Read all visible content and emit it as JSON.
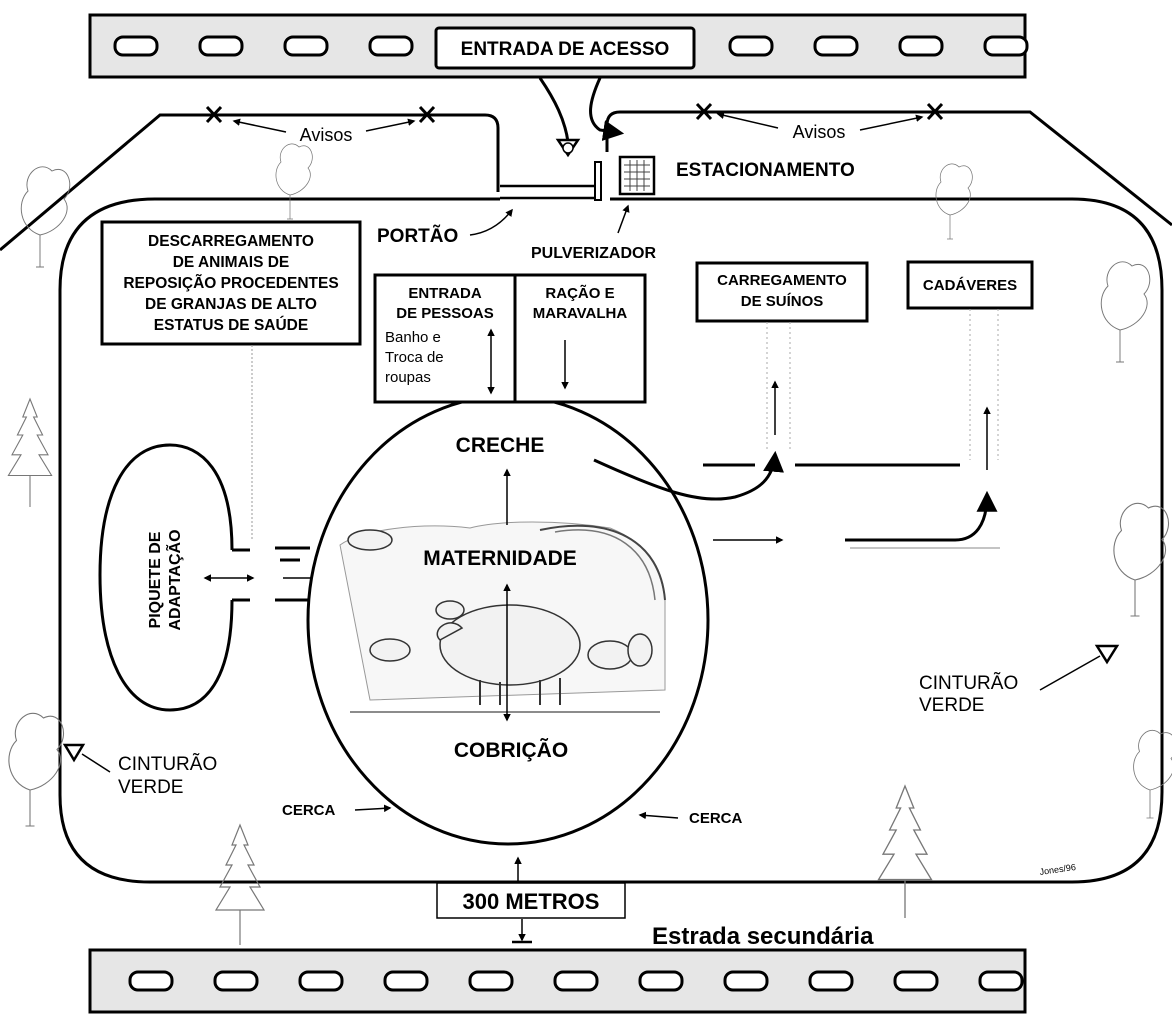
{
  "labels": {
    "entrada_acesso": "ENTRADA DE ACESSO",
    "avisos_left": "Avisos",
    "avisos_right": "Avisos",
    "estacionamento": "ESTACIONAMENTO",
    "portao": "PORTÃO",
    "pulverizador": "PULVERIZADOR",
    "descarregamento": [
      "DESCARREGAMENTO",
      "DE ANIMAIS DE",
      "REPOSIÇÃO PROCEDENTES",
      "DE GRANJAS DE ALTO",
      "ESTATUS DE SAÚDE"
    ],
    "entrada_pessoas": [
      "ENTRADA",
      "DE PESSOAS"
    ],
    "banho": [
      "Banho e",
      "Troca de",
      "roupas"
    ],
    "racao": [
      "RAÇÃO E",
      "MARAVALHA"
    ],
    "carregamento": [
      "CARREGAMENTO",
      "DE SUÍNOS"
    ],
    "cadaveres": "CADÁVERES",
    "creche": "CRECHE",
    "maternidade": "MATERNIDADE",
    "cobricao": "COBRIÇÃO",
    "piquete": [
      "PIQUETE DE",
      "ADAPTAÇÃO"
    ],
    "cinturao_left": [
      "CINTURÃO",
      "VERDE"
    ],
    "cinturao_right": [
      "CINTURÃO",
      "VERDE"
    ],
    "cerca_left": "CERCA",
    "cerca_right": "CERCA",
    "distancia": "300 METROS",
    "estrada_secundaria": "Estrada secundária",
    "signature": "Jones/96"
  },
  "icons": {
    "sign_marker": "x-mark-icon",
    "sprayer": "sprayer-icon",
    "tree": "tree-icon",
    "green_belt_marker": "triangle-marker-icon",
    "pig": "pig-icon"
  },
  "colors": {
    "ink": "#000000",
    "road": "#e6e6e6",
    "tree": "#777777"
  }
}
